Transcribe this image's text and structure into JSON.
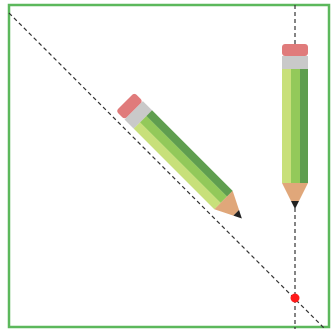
{
  "colors": {
    "frame": "#5cb85c",
    "guide_line": "#333333",
    "marker": "#ff1a1a",
    "pencil_light": "#c8e07a",
    "pencil_mid": "#93c95a",
    "pencil_dark": "#5f9e4f",
    "eraser": "#e07b7b",
    "ferrule": "#c9c9c9",
    "wood": "#e0a77a",
    "lead": "#222222"
  },
  "icons": [
    "pencil-icon",
    "pencil-icon"
  ],
  "guides": [
    "diagonal-dashed-line",
    "vertical-dashed-line"
  ],
  "marker_shape": "dot"
}
